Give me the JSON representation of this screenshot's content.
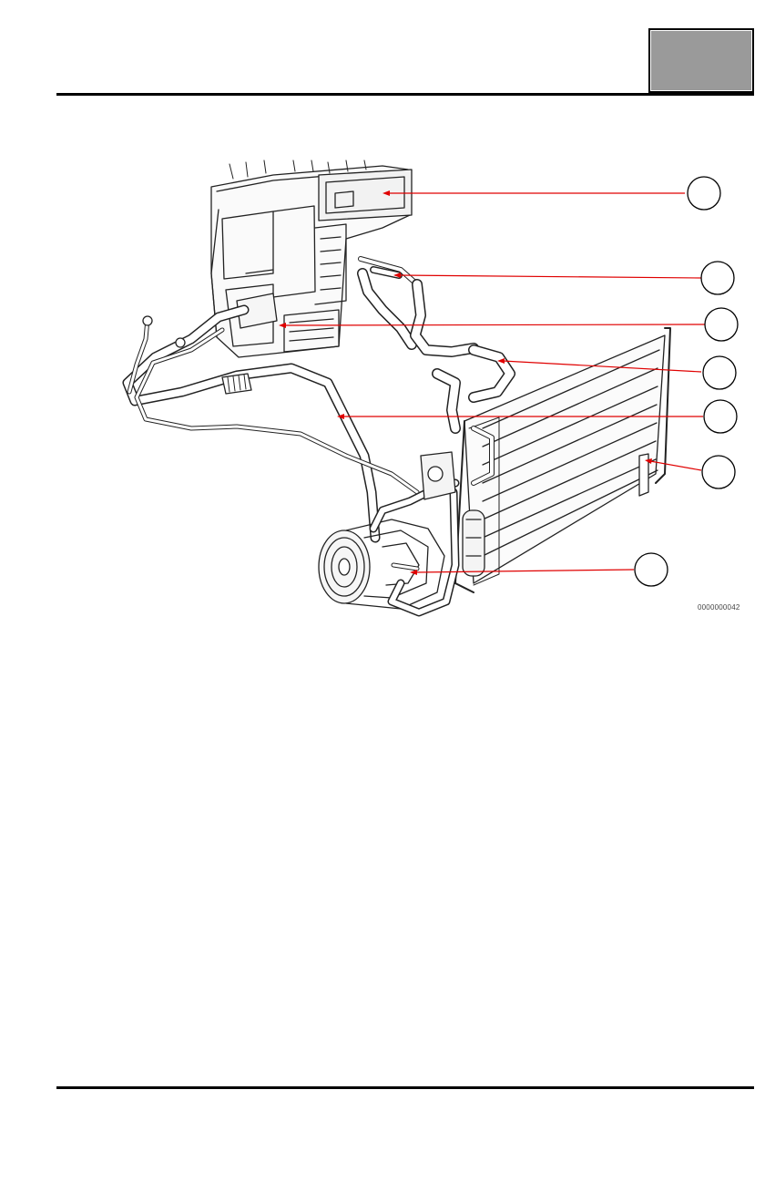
{
  "header": {
    "section_tab_color": "#9a9a9a"
  },
  "figure": {
    "image_code": "0000000042",
    "callout_color": "#e00000",
    "callouts": [
      {
        "id": "callout-1",
        "label": ""
      },
      {
        "id": "callout-2",
        "label": ""
      },
      {
        "id": "callout-3",
        "label": ""
      },
      {
        "id": "callout-4",
        "label": ""
      },
      {
        "id": "callout-5",
        "label": ""
      },
      {
        "id": "callout-6",
        "label": ""
      },
      {
        "id": "callout-7",
        "label": ""
      }
    ]
  }
}
